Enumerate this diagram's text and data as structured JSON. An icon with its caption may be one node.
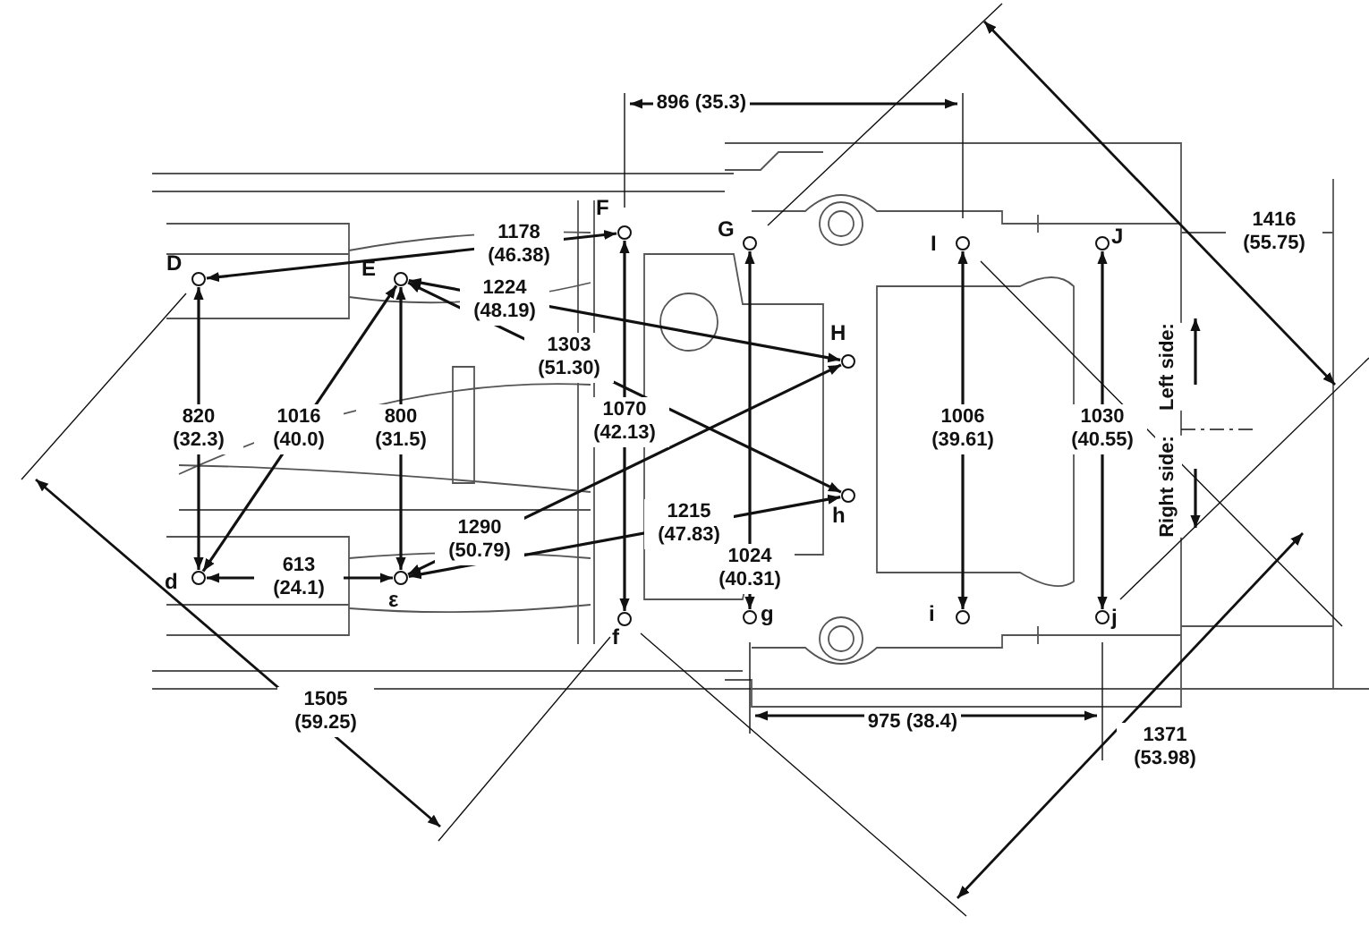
{
  "diagram": {
    "nodes": [
      {
        "text": [
          "D"
        ]
      },
      {
        "text": [
          "E"
        ]
      },
      {
        "text": [
          "F"
        ]
      },
      {
        "text": [
          "G"
        ]
      },
      {
        "text": [
          "H"
        ]
      },
      {
        "text": [
          "I"
        ]
      },
      {
        "text": [
          "J"
        ]
      },
      {
        "text": [
          "d"
        ]
      },
      {
        "text": [
          "ε"
        ]
      },
      {
        "text": [
          "f"
        ]
      },
      {
        "text": [
          "g"
        ]
      },
      {
        "text": [
          "h"
        ]
      },
      {
        "text": [
          "i"
        ]
      },
      {
        "text": [
          "j"
        ]
      }
    ],
    "edges": [
      {
        "from": 0,
        "to": 2,
        "arrow": "both",
        "label": "1178 (46.38)"
      },
      {
        "from": 1,
        "to": 4,
        "arrow": "both",
        "label": "1224 (48.19)"
      },
      {
        "from": 1,
        "to": 11,
        "arrow": "both",
        "label": "1303 (51.30)"
      },
      {
        "from": 0,
        "to": 7,
        "arrow": "both",
        "label": "820 (32.3)"
      },
      {
        "from": 1,
        "to": 7,
        "arrow": "both",
        "label": "1016 (40.0)"
      },
      {
        "from": 1,
        "to": 8,
        "arrow": "both",
        "label": "800 (31.5)"
      },
      {
        "from": 2,
        "to": 9,
        "arrow": "both",
        "label": "1070 (42.13)"
      },
      {
        "from": 4,
        "to": 8,
        "arrow": "both",
        "label": "1290 (50.79)"
      },
      {
        "from": 11,
        "to": 8,
        "arrow": "both",
        "label": "1215 (47.83)"
      },
      {
        "from": 7,
        "to": 8,
        "arrow": "both",
        "label": "613 (24.1)"
      },
      {
        "from": 3,
        "to": 10,
        "arrow": "both",
        "label": "1024 (40.31)"
      },
      {
        "from": 5,
        "to": 12,
        "arrow": "both",
        "label": "1006 (39.61)"
      },
      {
        "from": 6,
        "to": 13,
        "arrow": "both",
        "label": "1030 (40.55)"
      }
    ],
    "labels": [
      "896 (35.3)",
      "1416 (55.75)",
      "Left side:",
      "Right side:",
      "1505 (59.25)",
      "975 (38.4)",
      "1371 (53.98)"
    ]
  }
}
